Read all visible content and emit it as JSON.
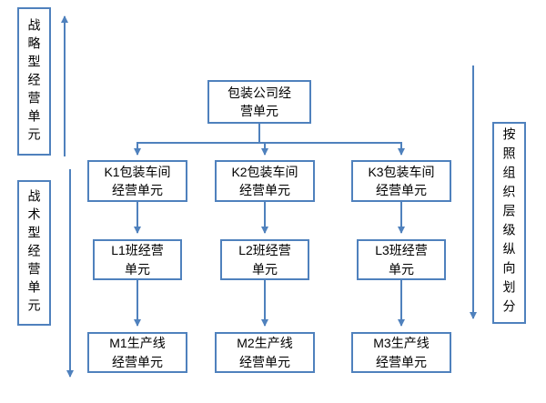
{
  "colors": {
    "accent": "#4f81bd",
    "text": "#000000",
    "background": "#ffffff"
  },
  "side_labels": {
    "strategic": "战略型经营单元",
    "tactical": "战术型经营单元",
    "hierarchy": "按照组织层级纵向划分"
  },
  "org_chart": {
    "type": "hierarchy",
    "root": "包装公司经\n营单元",
    "level2": [
      "K1包装车间\n经营单元",
      "K2包装车间\n经营单元",
      "K3包装车间\n经营单元"
    ],
    "level3": [
      "L1班经营\n单元",
      "L2班经营\n单元",
      "L3班经营\n单元"
    ],
    "level4": [
      "M1生产线\n经营单元",
      "M2生产线\n经营单元",
      "M3生产线\n经营单元"
    ]
  },
  "icons": {
    "strategic_arrow": "up-arrow",
    "tactical_arrow": "down-arrow",
    "hierarchy_arrow": "down-arrow"
  }
}
